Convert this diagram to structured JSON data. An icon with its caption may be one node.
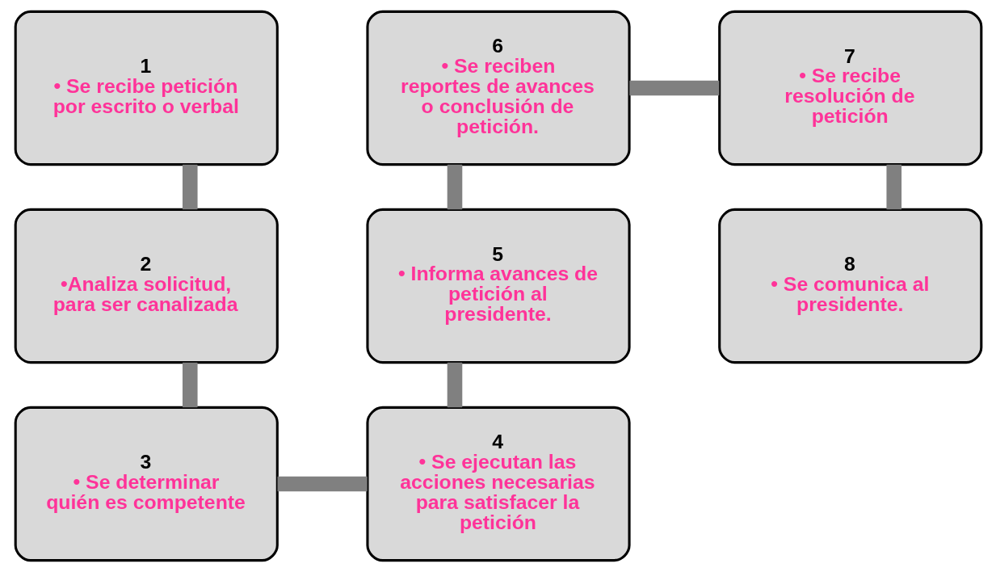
{
  "diagram": {
    "nodes": [
      {
        "text": [
          "1",
          "• Se recibe petición por escrito o verbal"
        ]
      },
      {
        "text": [
          "2",
          "•Analiza solicitud, para ser canalizada"
        ]
      },
      {
        "text": [
          "3",
          "• Se determinar quién es competente"
        ]
      },
      {
        "text": [
          "4",
          "• Se ejecutan las acciones necesarias para satisfacer la petición"
        ]
      },
      {
        "text": [
          "5",
          "• Informa avances de petición al presidente."
        ]
      },
      {
        "text": [
          "6",
          "• Se reciben reportes de avances o conclusión de petición."
        ]
      },
      {
        "text": [
          "7",
          "• Se recibe resolución de petición"
        ]
      },
      {
        "text": [
          "8",
          "• Se comunica al presidente."
        ]
      }
    ],
    "edges": [
      {
        "from": 0,
        "to": 1,
        "arrow": "none"
      },
      {
        "from": 1,
        "to": 2,
        "arrow": "none"
      },
      {
        "from": 2,
        "to": 3,
        "arrow": "none"
      },
      {
        "from": 3,
        "to": 4,
        "arrow": "none"
      },
      {
        "from": 4,
        "to": 5,
        "arrow": "none"
      },
      {
        "from": 5,
        "to": 6,
        "arrow": "none"
      },
      {
        "from": 6,
        "to": 7,
        "arrow": "none"
      }
    ]
  }
}
